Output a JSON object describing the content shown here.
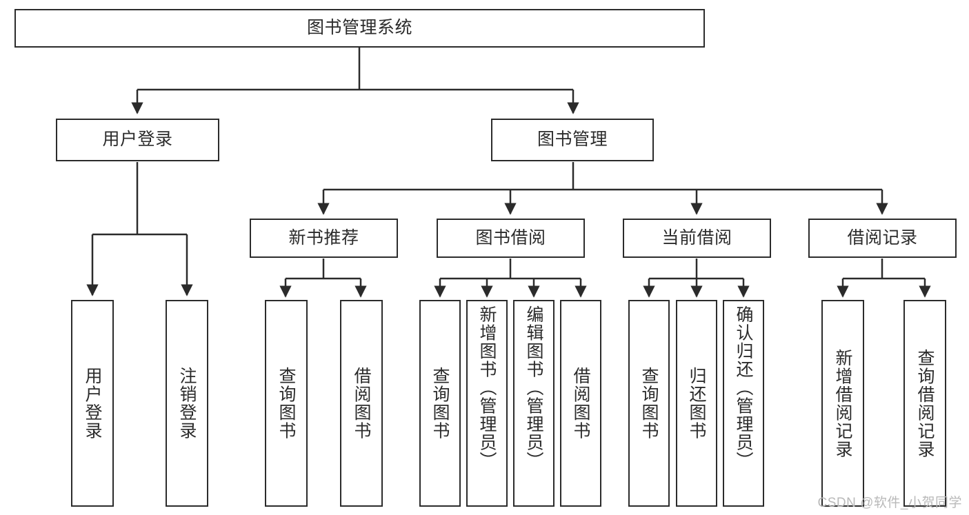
{
  "diagram": {
    "type": "tree-hierarchy-chart",
    "title": "图书管理系统",
    "line_color": "#2b2b2b",
    "box_fill": "#ffffff",
    "text_color": "#2b2b2b",
    "root": {
      "id": "root",
      "label": "图书管理系统",
      "orientation": "horizontal"
    },
    "level2": [
      {
        "id": "user-login",
        "label": "用户登录",
        "orientation": "horizontal",
        "children": [
          {
            "id": "user-login-do",
            "label": "用户登录",
            "orientation": "vertical"
          },
          {
            "id": "user-logout",
            "label": "注销登录",
            "orientation": "vertical"
          }
        ]
      },
      {
        "id": "book-manage",
        "label": "图书管理",
        "orientation": "horizontal",
        "children": [
          {
            "id": "new-book-recommend",
            "label": "新书推荐",
            "orientation": "horizontal",
            "children": [
              {
                "id": "nbr-query-book",
                "label": "查询图书",
                "orientation": "vertical"
              },
              {
                "id": "nbr-borrow-book",
                "label": "借阅图书",
                "orientation": "vertical"
              }
            ]
          },
          {
            "id": "book-borrow",
            "label": "图书借阅",
            "orientation": "horizontal",
            "children": [
              {
                "id": "bb-query-book",
                "label": "查询图书",
                "orientation": "vertical"
              },
              {
                "id": "bb-add-book",
                "label": "新增图书（管理员）",
                "orientation": "vertical"
              },
              {
                "id": "bb-edit-book",
                "label": "编辑图书（管理员）",
                "orientation": "vertical"
              },
              {
                "id": "bb-borrow-book",
                "label": "借阅图书",
                "orientation": "vertical"
              }
            ]
          },
          {
            "id": "current-borrow",
            "label": "当前借阅",
            "orientation": "horizontal",
            "children": [
              {
                "id": "cb-query-book",
                "label": "查询图书",
                "orientation": "vertical"
              },
              {
                "id": "cb-return-book",
                "label": "归还图书",
                "orientation": "vertical"
              },
              {
                "id": "cb-confirm-return",
                "label": "确认归还（管理员）",
                "orientation": "vertical"
              }
            ]
          },
          {
            "id": "borrow-record",
            "label": "借阅记录",
            "orientation": "horizontal",
            "children": [
              {
                "id": "br-add-record",
                "label": "新增借阅记录",
                "orientation": "vertical"
              },
              {
                "id": "br-query-record",
                "label": "查询借阅记录",
                "orientation": "vertical"
              }
            ]
          }
        ]
      }
    ]
  },
  "watermark": {
    "text": "CSDN @软件_小贺同学",
    "color": "#b9b9b9"
  }
}
